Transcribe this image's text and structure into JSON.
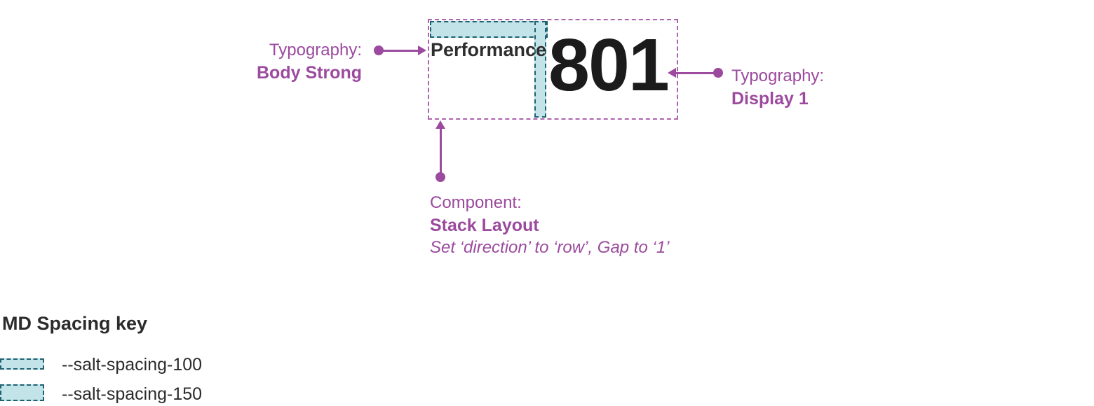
{
  "colors": {
    "annotation_purple": "#9b4a9e",
    "box_border_purple": "#ad64b0",
    "spacing_fill_teal": "#c2e3e7",
    "spacing_border_teal": "#1d6272",
    "title_text": "#2e2e2e",
    "value_text": "#1b1b1b",
    "background": "#ffffff"
  },
  "card": {
    "title": "Performance",
    "value": "801"
  },
  "annotations": {
    "body_strong": {
      "prefix": "Typography:",
      "label": "Body Strong"
    },
    "display1": {
      "prefix": "Typography:",
      "label": "Display 1"
    },
    "stack_layout": {
      "prefix": "Component:",
      "label": "Stack Layout",
      "note": "Set ‘direction’ to ‘row’, Gap to ‘1’"
    }
  },
  "legend": {
    "title": "MD Spacing key",
    "items": [
      {
        "label": "--salt-spacing-100",
        "token": "salt-spacing-100"
      },
      {
        "label": "--salt-spacing-150",
        "token": "salt-spacing-150"
      }
    ]
  }
}
